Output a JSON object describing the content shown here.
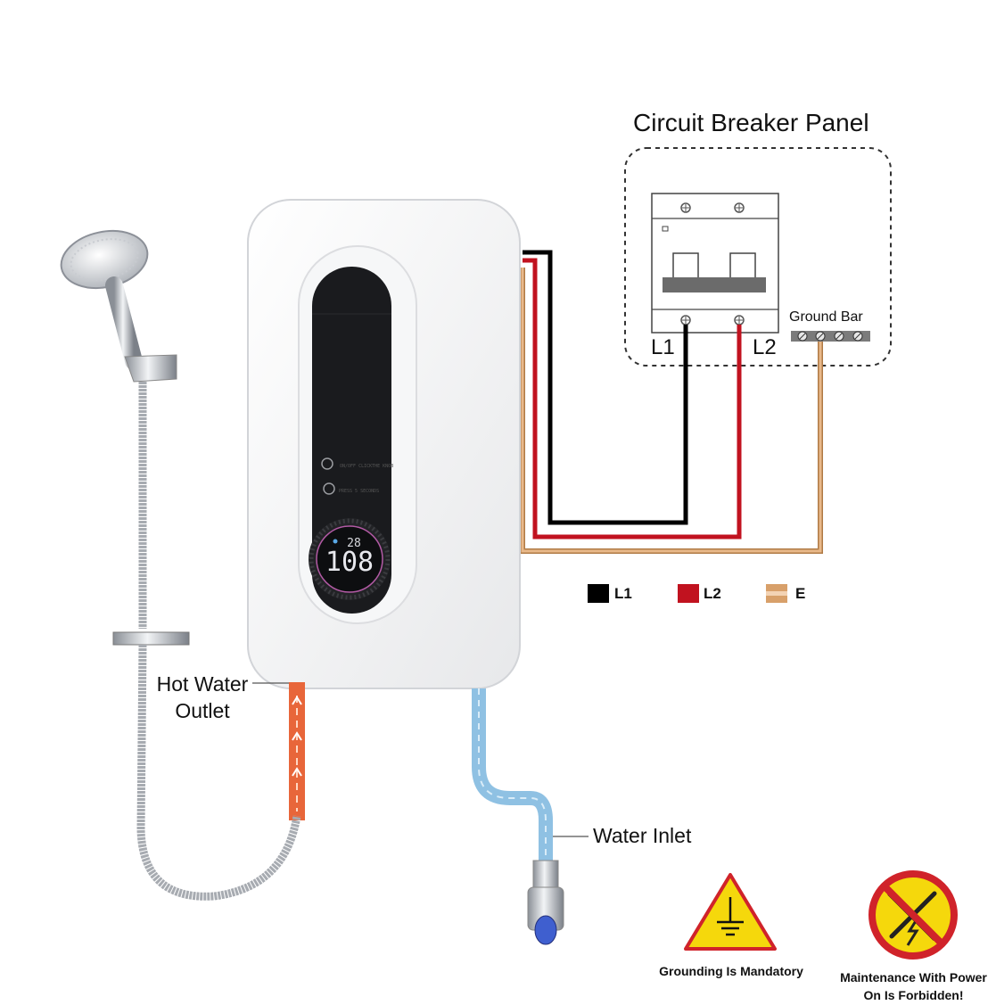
{
  "title": "Circuit Breaker Panel",
  "ground_bar": "Ground Bar",
  "terminal_labels": {
    "l1": "L1",
    "l2": "L2"
  },
  "legend": [
    {
      "label": "L1",
      "color": "#000000"
    },
    {
      "label": "L2",
      "color": "#c1121f"
    },
    {
      "label": "E",
      "color": "#d8a06a"
    }
  ],
  "heater": {
    "display_value": "108",
    "top_reading": "28",
    "instruction_1": "ON/OFF CLICKTHE KNOB",
    "instruction_2": "PRESS 5 SECONDS"
  },
  "labels": {
    "hot_water_outlet": "Hot Water Outlet",
    "water_inlet": "Water Inlet"
  },
  "warnings": {
    "grounding": "Grounding Is Mandatory",
    "maintenance": "Maintenance With Power On Is Forbidden!"
  },
  "colors": {
    "hot_pipe": "#e8663a",
    "cold_pipe": "#8fc1e3",
    "warning_yellow": "#f5d80c",
    "forbidden_red": "#d0232a"
  }
}
